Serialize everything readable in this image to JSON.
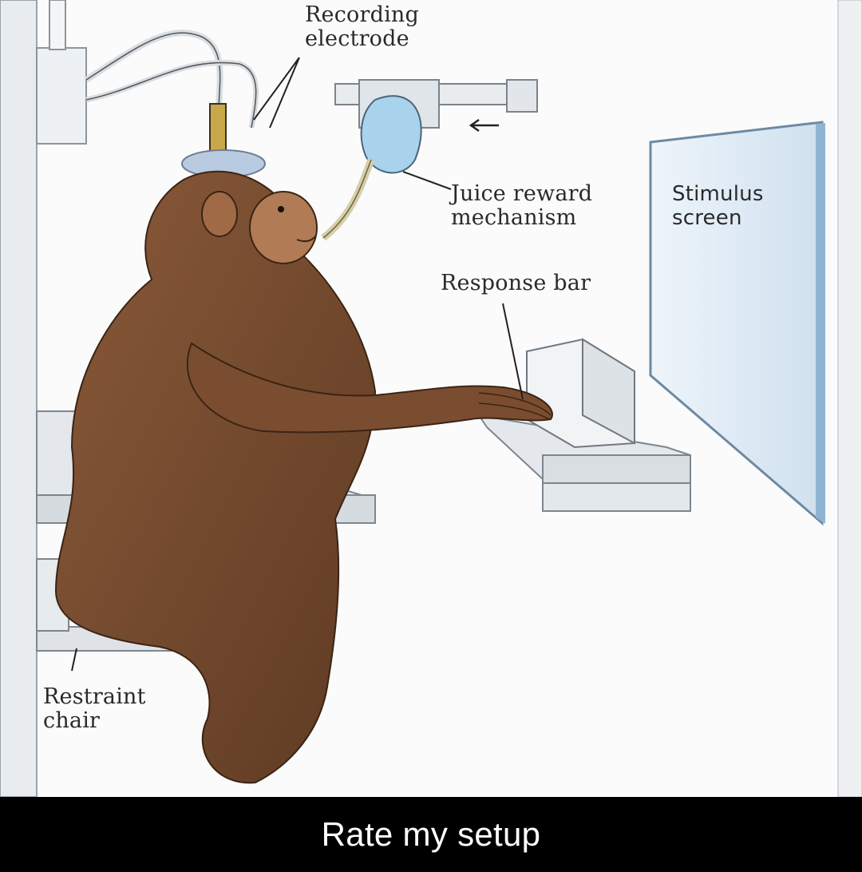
{
  "diagram": {
    "labels": {
      "recording_electrode": [
        "Recording",
        "electrode"
      ],
      "juice_reward": [
        "Juice reward",
        "mechanism"
      ],
      "stimulus_screen": [
        "Stimulus",
        "screen"
      ],
      "response_bar": [
        "Response bar"
      ],
      "restraint_chair": [
        "Restraint",
        "chair"
      ]
    }
  },
  "caption": {
    "text": "Rate my setup"
  }
}
